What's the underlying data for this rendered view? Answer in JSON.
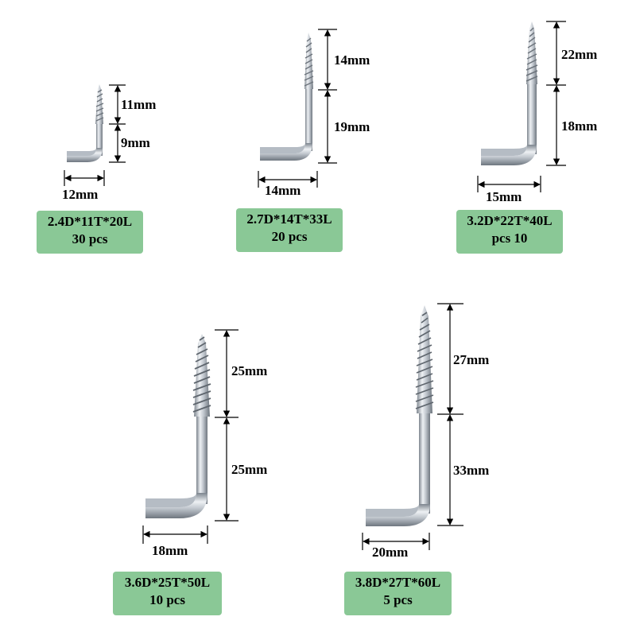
{
  "colors": {
    "label_bg": "#8ac896",
    "metal": "#c9ced4",
    "dim_line": "#000000"
  },
  "hooks": [
    {
      "size": "2.4D*11T*20L",
      "qty": "30 pcs",
      "thread": "11mm",
      "shank": "9mm",
      "width": "12mm"
    },
    {
      "size": "2.7D*14T*33L",
      "qty": "20 pcs",
      "thread": "14mm",
      "shank": "19mm",
      "width": "14mm"
    },
    {
      "size": "3.2D*22T*40L",
      "qty": "pcs 10",
      "thread": "22mm",
      "shank": "18mm",
      "width": "15mm"
    },
    {
      "size": "3.6D*25T*50L",
      "qty": "10 pcs",
      "thread": "25mm",
      "shank": "25mm",
      "width": "18mm"
    },
    {
      "size": "3.8D*27T*60L",
      "qty": "5 pcs",
      "thread": "27mm",
      "shank": "33mm",
      "width": "20mm"
    }
  ]
}
